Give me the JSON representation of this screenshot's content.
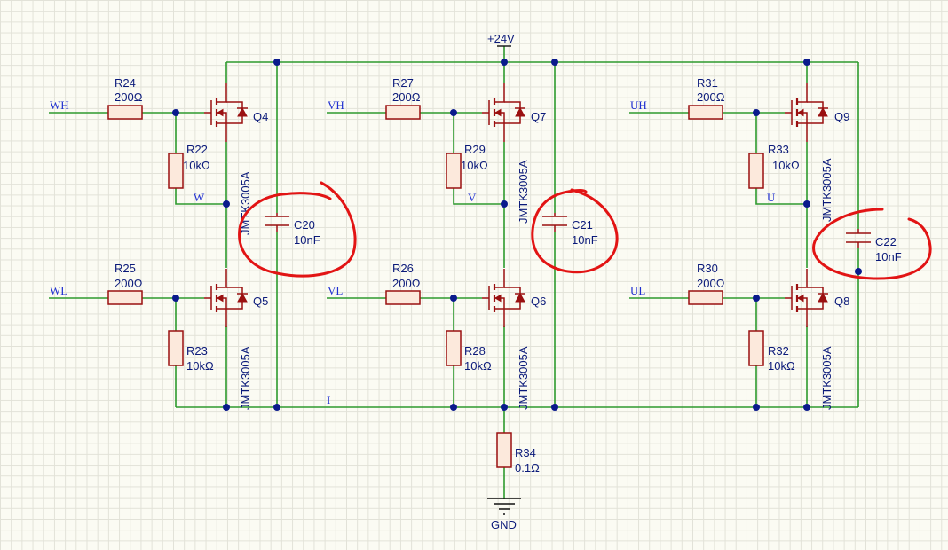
{
  "power": {
    "supply": "+24V",
    "ground": "GND"
  },
  "nets": {
    "wh": "WH",
    "wl": "WL",
    "vh": "VH",
    "vl": "VL",
    "uh": "UH",
    "ul": "UL",
    "w": "W",
    "v": "V",
    "u": "U",
    "i": "I"
  },
  "resistors": {
    "r24": {
      "ref": "R24",
      "value": "200Ω"
    },
    "r22": {
      "ref": "R22",
      "value": "10kΩ"
    },
    "r25": {
      "ref": "R25",
      "value": "200Ω"
    },
    "r23": {
      "ref": "R23",
      "value": "10kΩ"
    },
    "r27": {
      "ref": "R27",
      "value": "200Ω"
    },
    "r29": {
      "ref": "R29",
      "value": "10kΩ"
    },
    "r26": {
      "ref": "R26",
      "value": "200Ω"
    },
    "r28": {
      "ref": "R28",
      "value": "10kΩ"
    },
    "r31": {
      "ref": "R31",
      "value": "200Ω"
    },
    "r33": {
      "ref": "R33",
      "value": "10kΩ"
    },
    "r30": {
      "ref": "R30",
      "value": "200Ω"
    },
    "r32": {
      "ref": "R32",
      "value": "10kΩ"
    },
    "r34": {
      "ref": "R34",
      "value": "0.1Ω"
    }
  },
  "capacitors": {
    "c20": {
      "ref": "C20",
      "value": "10nF"
    },
    "c21": {
      "ref": "C21",
      "value": "10nF"
    },
    "c22": {
      "ref": "C22",
      "value": "10nF"
    }
  },
  "mosfets": {
    "q4": {
      "ref": "Q4",
      "part": "JMTK3005A"
    },
    "q5": {
      "ref": "Q5",
      "part": "JMTK3005A"
    },
    "q7": {
      "ref": "Q7",
      "part": "JMTK3005A"
    },
    "q6": {
      "ref": "Q6",
      "part": "JMTK3005A"
    },
    "q9": {
      "ref": "Q9",
      "part": "JMTK3005A"
    },
    "q8": {
      "ref": "Q8",
      "part": "JMTK3005A"
    }
  },
  "colors": {
    "wire": "#2e9a2e",
    "part": "#9a1010",
    "text": "#0b1a7a",
    "net_label": "#1f2fd0",
    "annotation": "#e21414",
    "junction": "#0a1a8c"
  }
}
